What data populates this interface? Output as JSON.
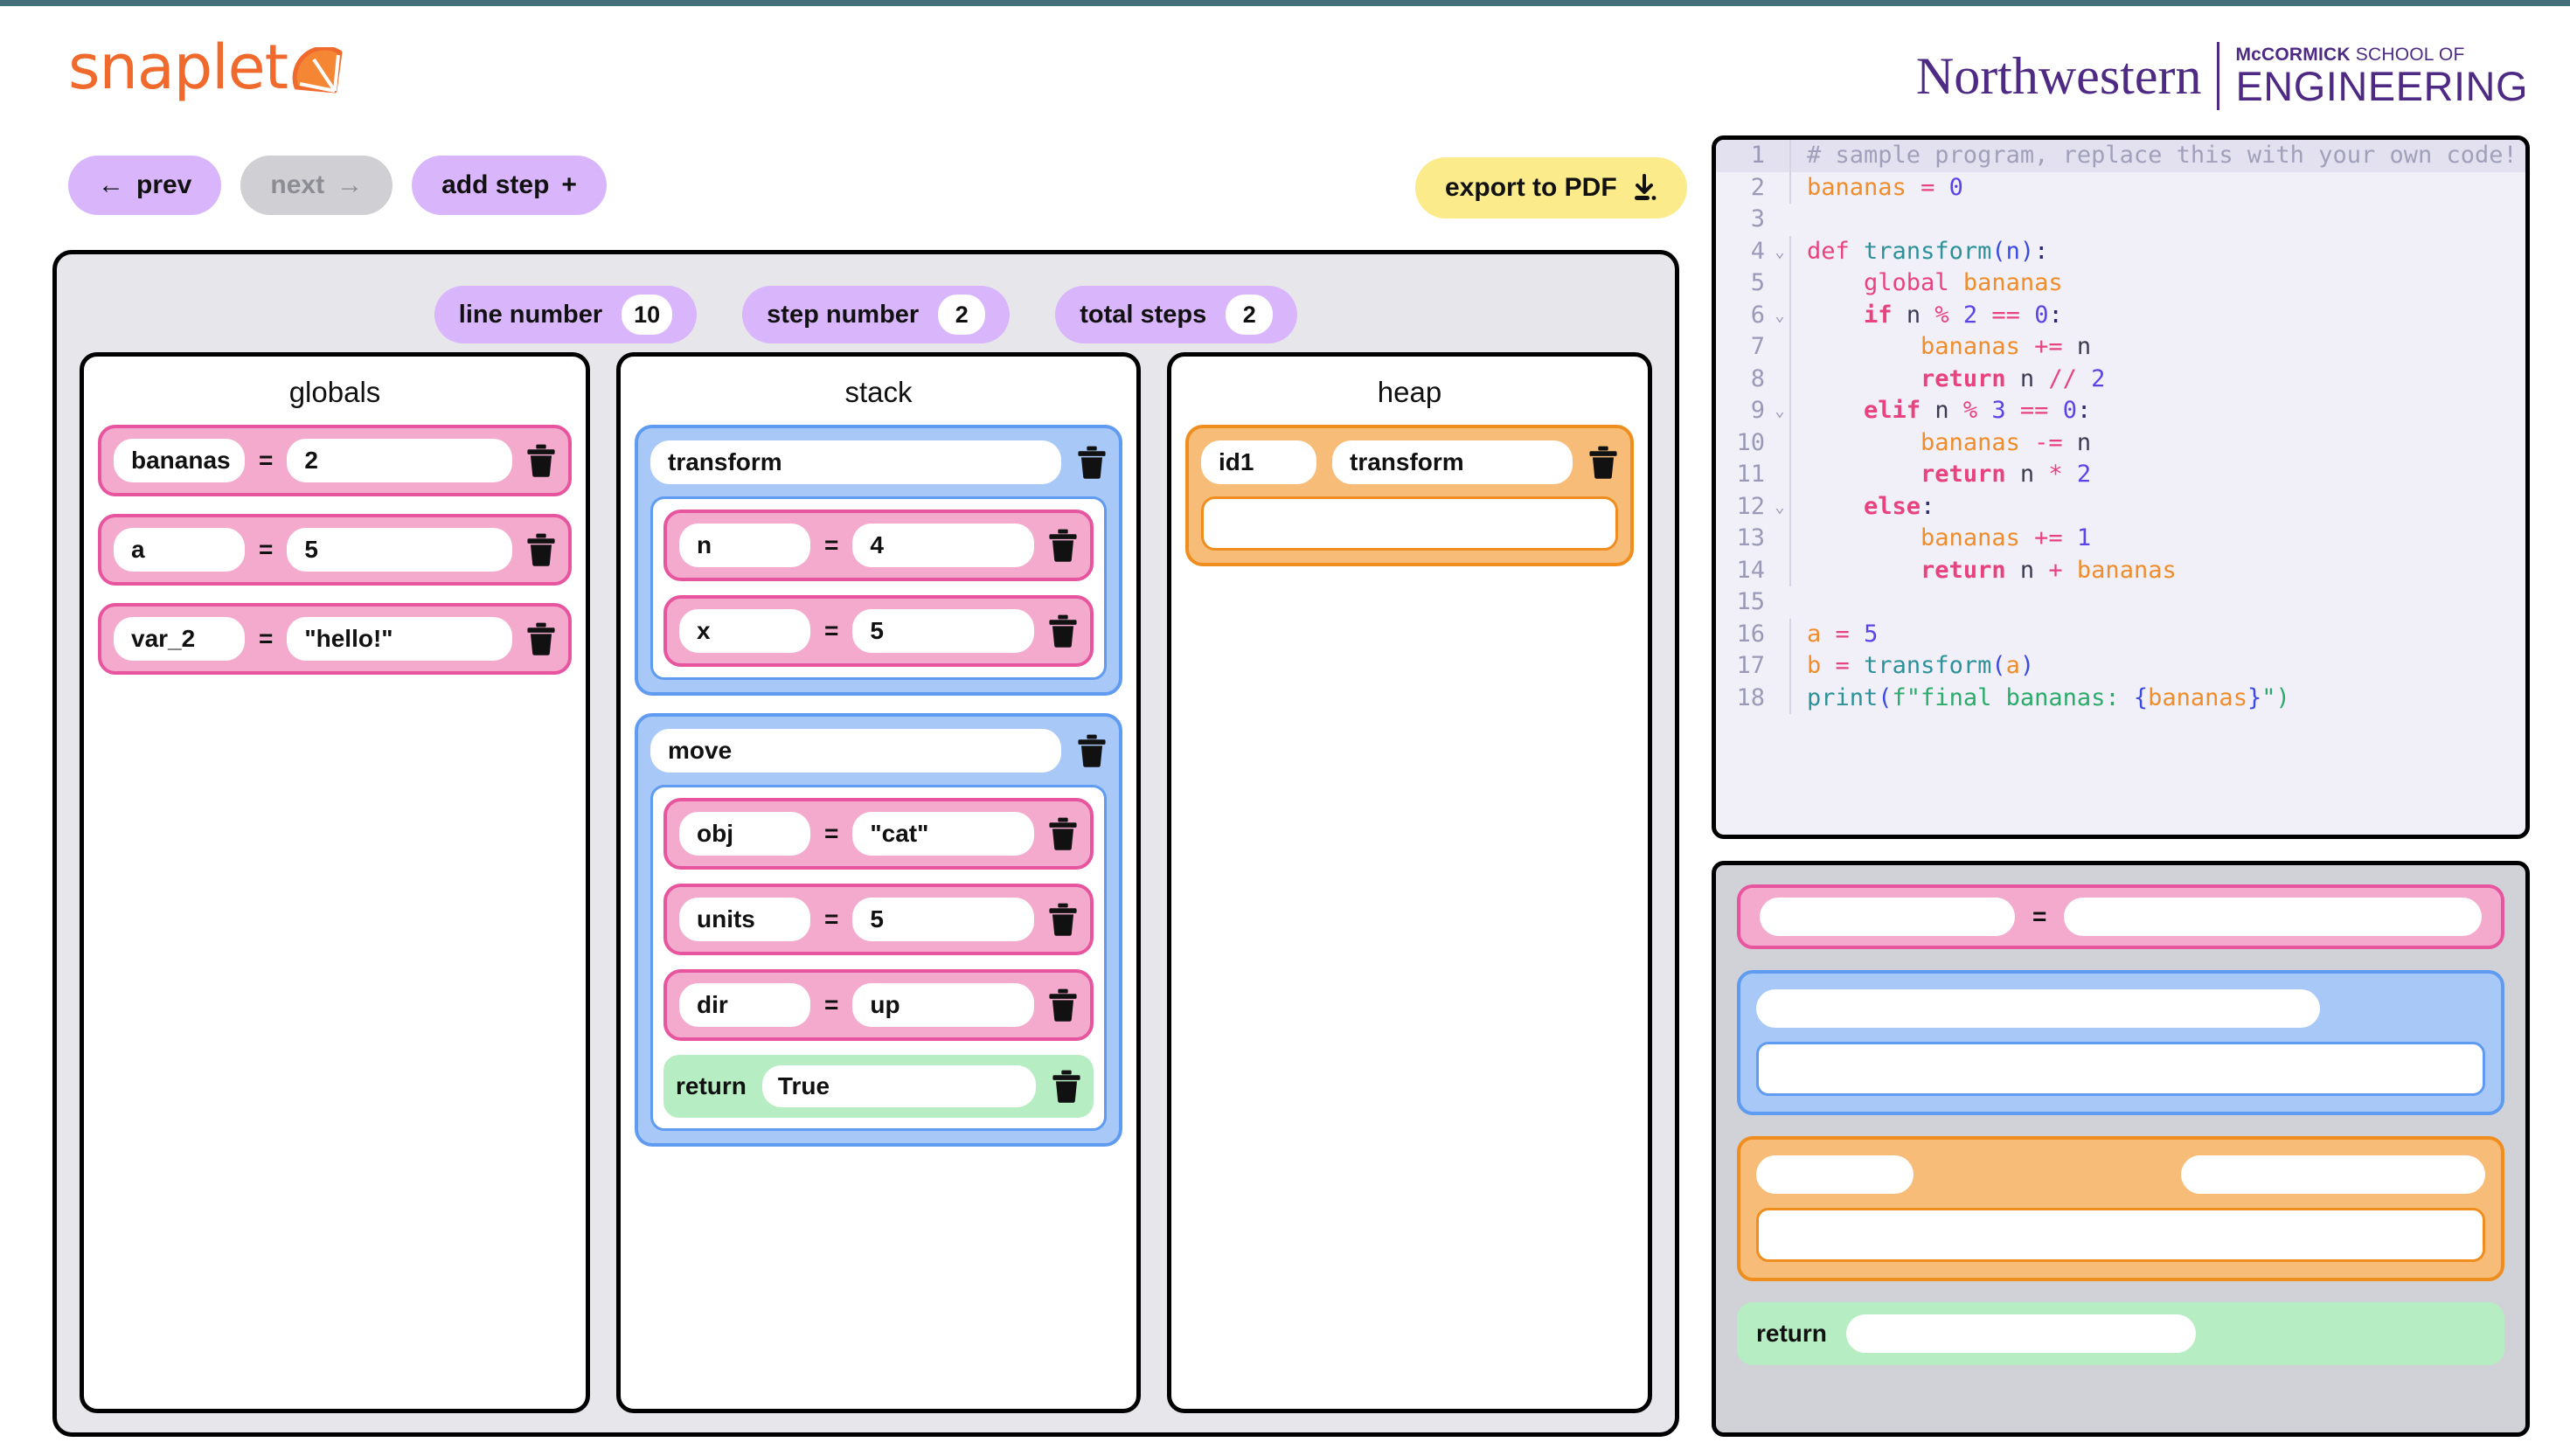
{
  "brand": {
    "word": "snaplet",
    "icon": "orange-slice-icon"
  },
  "nav": {
    "prev": "prev",
    "prev_icon": "arrow-left-icon",
    "next": "next",
    "next_icon": "arrow-right-icon",
    "add_step": "add step",
    "add_step_icon": "plus-icon",
    "export": "export to PDF",
    "export_icon": "download-icon"
  },
  "northwestern": {
    "name": "Northwestern",
    "school_mc": "McCORMICK",
    "school_rest": " SCHOOL OF",
    "eng": "ENGINEERING"
  },
  "badges": [
    {
      "label": "line number",
      "value": "10"
    },
    {
      "label": "step number",
      "value": "2"
    },
    {
      "label": "total steps",
      "value": "2"
    }
  ],
  "globals": {
    "title": "globals",
    "vars": [
      {
        "name": "bananas",
        "eq": "=",
        "value": "2"
      },
      {
        "name": "a",
        "eq": "=",
        "value": "5"
      },
      {
        "name": "var_2",
        "eq": "=",
        "value": "\"hello!\""
      }
    ]
  },
  "stack": {
    "title": "stack",
    "frames": [
      {
        "name": "transform",
        "vars": [
          {
            "name": "n",
            "eq": "=",
            "value": "4"
          },
          {
            "name": "x",
            "eq": "=",
            "value": "5"
          }
        ],
        "ret": null
      },
      {
        "name": "move",
        "vars": [
          {
            "name": "obj",
            "eq": "=",
            "value": "\"cat\""
          },
          {
            "name": "units",
            "eq": "=",
            "value": "5"
          },
          {
            "name": "dir",
            "eq": "=",
            "value": "up"
          }
        ],
        "ret": {
          "label": "return",
          "value": "True"
        }
      }
    ]
  },
  "heap": {
    "title": "heap",
    "objects": [
      {
        "id": "id1",
        "type": "transform",
        "contents": ""
      }
    ]
  },
  "palette": {
    "variable_eq": "=",
    "return_label": "return"
  },
  "code": {
    "active_line": 1,
    "lines": [
      {
        "n": "1",
        "fold": "",
        "tokens": [
          {
            "t": "# sample program, replace this with your own code!",
            "c": "t-com"
          }
        ]
      },
      {
        "n": "2",
        "fold": "",
        "tokens": [
          {
            "t": "bananas",
            "c": "t-var"
          },
          {
            "t": " ",
            "c": "t-pln"
          },
          {
            "t": "=",
            "c": "t-op"
          },
          {
            "t": " ",
            "c": "t-pln"
          },
          {
            "t": "0",
            "c": "t-num"
          }
        ]
      },
      {
        "n": "3",
        "fold": "",
        "tokens": []
      },
      {
        "n": "4",
        "fold": "v",
        "tokens": [
          {
            "t": "def",
            "c": "t-def"
          },
          {
            "t": " ",
            "c": "t-pln"
          },
          {
            "t": "transform",
            "c": "t-fn"
          },
          {
            "t": "(",
            "c": "t-par"
          },
          {
            "t": "n",
            "c": "t-par"
          },
          {
            "t": ")",
            "c": "t-par"
          },
          {
            "t": ":",
            "c": "t-pun"
          }
        ]
      },
      {
        "n": "5",
        "fold": "",
        "tokens": [
          {
            "t": "    ",
            "c": "t-pln"
          },
          {
            "t": "global",
            "c": "t-op"
          },
          {
            "t": " ",
            "c": "t-pln"
          },
          {
            "t": "bananas",
            "c": "t-var"
          }
        ]
      },
      {
        "n": "6",
        "fold": "v",
        "tokens": [
          {
            "t": "    ",
            "c": "t-pln"
          },
          {
            "t": "if",
            "c": "t-kw"
          },
          {
            "t": " ",
            "c": "t-pln"
          },
          {
            "t": "n",
            "c": "t-pln"
          },
          {
            "t": " ",
            "c": "t-pln"
          },
          {
            "t": "%",
            "c": "t-op"
          },
          {
            "t": " ",
            "c": "t-pln"
          },
          {
            "t": "2",
            "c": "t-num"
          },
          {
            "t": " ",
            "c": "t-pln"
          },
          {
            "t": "==",
            "c": "t-op"
          },
          {
            "t": " ",
            "c": "t-pln"
          },
          {
            "t": "0",
            "c": "t-num"
          },
          {
            "t": ":",
            "c": "t-pun"
          }
        ]
      },
      {
        "n": "7",
        "fold": "",
        "tokens": [
          {
            "t": "        ",
            "c": "t-pln"
          },
          {
            "t": "bananas",
            "c": "t-var"
          },
          {
            "t": " ",
            "c": "t-pln"
          },
          {
            "t": "+=",
            "c": "t-op"
          },
          {
            "t": " ",
            "c": "t-pln"
          },
          {
            "t": "n",
            "c": "t-pln"
          }
        ]
      },
      {
        "n": "8",
        "fold": "",
        "tokens": [
          {
            "t": "        ",
            "c": "t-pln"
          },
          {
            "t": "return",
            "c": "t-kw"
          },
          {
            "t": " ",
            "c": "t-pln"
          },
          {
            "t": "n",
            "c": "t-pln"
          },
          {
            "t": " ",
            "c": "t-pln"
          },
          {
            "t": "//",
            "c": "t-op"
          },
          {
            "t": " ",
            "c": "t-pln"
          },
          {
            "t": "2",
            "c": "t-num"
          }
        ]
      },
      {
        "n": "9",
        "fold": "v",
        "tokens": [
          {
            "t": "    ",
            "c": "t-pln"
          },
          {
            "t": "elif",
            "c": "t-kw"
          },
          {
            "t": " ",
            "c": "t-pln"
          },
          {
            "t": "n",
            "c": "t-pln"
          },
          {
            "t": " ",
            "c": "t-pln"
          },
          {
            "t": "%",
            "c": "t-op"
          },
          {
            "t": " ",
            "c": "t-pln"
          },
          {
            "t": "3",
            "c": "t-num"
          },
          {
            "t": " ",
            "c": "t-pln"
          },
          {
            "t": "==",
            "c": "t-op"
          },
          {
            "t": " ",
            "c": "t-pln"
          },
          {
            "t": "0",
            "c": "t-num"
          },
          {
            "t": ":",
            "c": "t-pun"
          }
        ]
      },
      {
        "n": "10",
        "fold": "",
        "tokens": [
          {
            "t": "        ",
            "c": "t-pln"
          },
          {
            "t": "bananas",
            "c": "t-var"
          },
          {
            "t": " ",
            "c": "t-pln"
          },
          {
            "t": "-=",
            "c": "t-op"
          },
          {
            "t": " ",
            "c": "t-pln"
          },
          {
            "t": "n",
            "c": "t-pln"
          }
        ]
      },
      {
        "n": "11",
        "fold": "",
        "tokens": [
          {
            "t": "        ",
            "c": "t-pln"
          },
          {
            "t": "return",
            "c": "t-kw"
          },
          {
            "t": " ",
            "c": "t-pln"
          },
          {
            "t": "n",
            "c": "t-pln"
          },
          {
            "t": " ",
            "c": "t-pln"
          },
          {
            "t": "*",
            "c": "t-op"
          },
          {
            "t": " ",
            "c": "t-pln"
          },
          {
            "t": "2",
            "c": "t-num"
          }
        ]
      },
      {
        "n": "12",
        "fold": "v",
        "tokens": [
          {
            "t": "    ",
            "c": "t-pln"
          },
          {
            "t": "else",
            "c": "t-kw"
          },
          {
            "t": ":",
            "c": "t-pun"
          }
        ]
      },
      {
        "n": "13",
        "fold": "",
        "tokens": [
          {
            "t": "        ",
            "c": "t-pln"
          },
          {
            "t": "bananas",
            "c": "t-var"
          },
          {
            "t": " ",
            "c": "t-pln"
          },
          {
            "t": "+=",
            "c": "t-op"
          },
          {
            "t": " ",
            "c": "t-pln"
          },
          {
            "t": "1",
            "c": "t-num"
          }
        ]
      },
      {
        "n": "14",
        "fold": "",
        "tokens": [
          {
            "t": "        ",
            "c": "t-pln"
          },
          {
            "t": "return",
            "c": "t-kw"
          },
          {
            "t": " ",
            "c": "t-pln"
          },
          {
            "t": "n",
            "c": "t-pln"
          },
          {
            "t": " ",
            "c": "t-pln"
          },
          {
            "t": "+",
            "c": "t-op"
          },
          {
            "t": " ",
            "c": "t-pln"
          },
          {
            "t": "bananas",
            "c": "t-var"
          }
        ]
      },
      {
        "n": "15",
        "fold": "",
        "tokens": []
      },
      {
        "n": "16",
        "fold": "",
        "tokens": [
          {
            "t": "a",
            "c": "t-var"
          },
          {
            "t": " ",
            "c": "t-pln"
          },
          {
            "t": "=",
            "c": "t-op"
          },
          {
            "t": " ",
            "c": "t-pln"
          },
          {
            "t": "5",
            "c": "t-num"
          }
        ]
      },
      {
        "n": "17",
        "fold": "",
        "tokens": [
          {
            "t": "b",
            "c": "t-var"
          },
          {
            "t": " ",
            "c": "t-pln"
          },
          {
            "t": "=",
            "c": "t-op"
          },
          {
            "t": " ",
            "c": "t-pln"
          },
          {
            "t": "transform",
            "c": "t-fn"
          },
          {
            "t": "(",
            "c": "t-par"
          },
          {
            "t": "a",
            "c": "t-var"
          },
          {
            "t": ")",
            "c": "t-par"
          }
        ]
      },
      {
        "n": "18",
        "fold": "",
        "tokens": [
          {
            "t": "print",
            "c": "t-fn"
          },
          {
            "t": "(",
            "c": "t-par"
          },
          {
            "t": "f\"final bananas: ",
            "c": "t-str"
          },
          {
            "t": "{",
            "c": "t-par"
          },
          {
            "t": "bananas",
            "c": "t-var"
          },
          {
            "t": "}",
            "c": "t-par"
          },
          {
            "t": "\")",
            "c": "t-str"
          }
        ]
      }
    ]
  },
  "colors": {
    "accent_orange": "#ef6a2c",
    "purple": "#d9b6fb",
    "yellow": "#fbeb8a",
    "pink": "#f3aacd",
    "pink_border": "#e8559f",
    "blue": "#a8c8f8",
    "blue_border": "#5f9bf0",
    "orange": "#f7bd78",
    "orange_border": "#ef8d1f",
    "green": "#b6edc2",
    "nu_purple": "#4e2a84",
    "topbar_teal": "#43707a"
  }
}
